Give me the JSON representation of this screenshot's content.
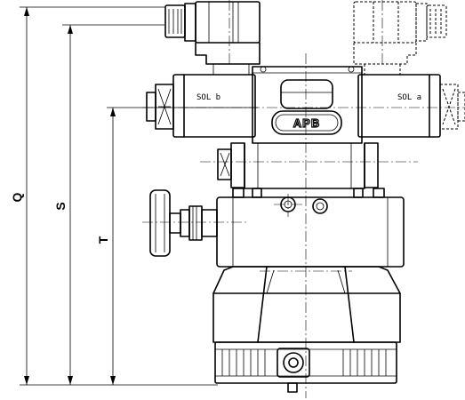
{
  "dimensions": {
    "q_label": "Q",
    "s_label": "S",
    "t_label": "T"
  },
  "solenoids": {
    "left_label": "SOL b",
    "right_label": "SOL a"
  },
  "logo_text": "APB"
}
